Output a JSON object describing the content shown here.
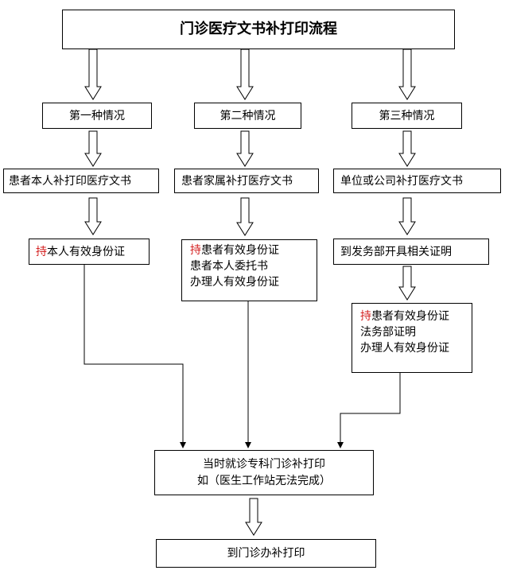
{
  "title": "门诊医疗文书补打印流程",
  "cases": [
    {
      "label": "第一种情况",
      "who": "患者本人补打印医疗文书",
      "req_lines": [
        {
          "prefix": "持",
          "rest": "本人有效身份证"
        }
      ]
    },
    {
      "label": "第二种情况",
      "who": "患者家属补打医疗文书",
      "req_lines": [
        {
          "prefix": "持",
          "rest": "患者有效身份证"
        },
        {
          "prefix": "",
          "rest": "患者本人委托书"
        },
        {
          "prefix": "",
          "rest": "办理人有效身份证"
        }
      ]
    },
    {
      "label": "第三种情况",
      "who": "单位或公司补打医疗文书",
      "step": "到发务部开具相关证明",
      "req_lines": [
        {
          "prefix": "持",
          "rest": "患者有效身份证"
        },
        {
          "prefix": "",
          "rest": "法务部证明"
        },
        {
          "prefix": "",
          "rest": "办理人有效身份证"
        }
      ]
    }
  ],
  "final": {
    "line1": "当时就诊专科门诊补打印",
    "line2": "如（医生工作站无法完成）"
  },
  "end": "到门诊办补打印",
  "colors": {
    "highlight": "#d42020",
    "line": "#000000"
  }
}
